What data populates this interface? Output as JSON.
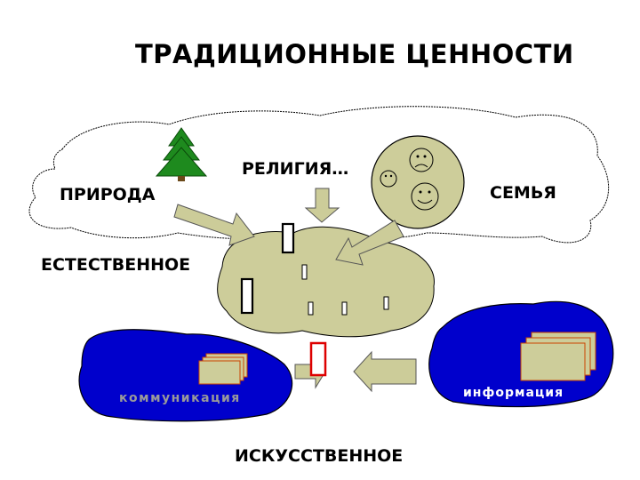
{
  "title": "ТРАДИЦИОННЫЕ ЦЕННОСТИ",
  "labels": {
    "nature": "ПРИРОДА",
    "religion": "РЕЛИГИЯ…",
    "family": "СЕМЬЯ",
    "natural": "ЕСТЕСТВЕННОЕ",
    "communication": "коммуникация",
    "information": "информация",
    "artificial": "ИСКУССТВЕННОЕ"
  },
  "colors": {
    "blob_fill": "#cdcd9a",
    "arrow_fill": "#cccc99",
    "pond_fill": "#0000cc",
    "tree_green": "#1e8a1e",
    "highlight_red": "#dd0000",
    "outline": "#000000"
  },
  "icons": [
    "tree-icon",
    "smiley-faces-icon",
    "document-stack-icon"
  ]
}
